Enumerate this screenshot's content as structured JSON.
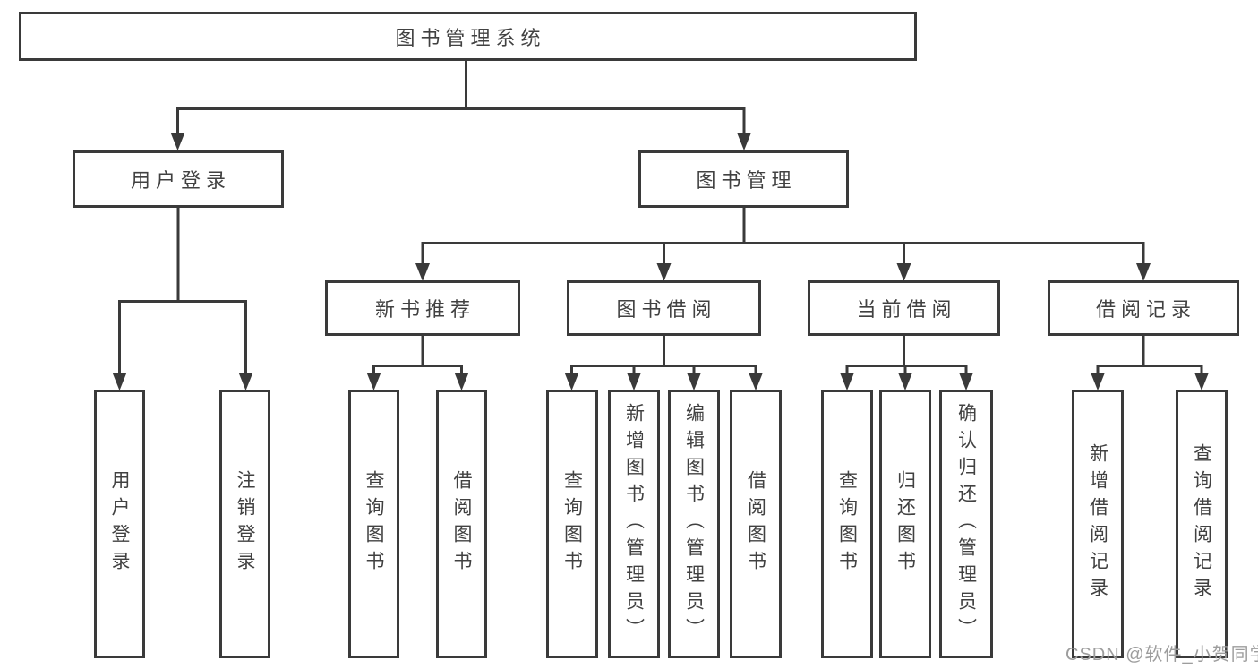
{
  "diagram": {
    "root": "图书管理系统",
    "branches": [
      {
        "label": "用户登录",
        "children": [
          "用户登录",
          "注销登录"
        ]
      },
      {
        "label": "图书管理",
        "children": [
          {
            "label": "新书推荐",
            "children": [
              "查询图书",
              "借阅图书"
            ]
          },
          {
            "label": "图书借阅",
            "children": [
              "查询图书",
              "新增图书（管理员）",
              "编辑图书（管理员）",
              "借阅图书"
            ]
          },
          {
            "label": "当前借阅",
            "children": [
              "查询图书",
              "归还图书",
              "确认归还（管理员）"
            ]
          },
          {
            "label": "借阅记录",
            "children": [
              "新增借阅记录",
              "查询借阅记录"
            ]
          }
        ]
      }
    ]
  },
  "watermark": "CSDN @软件_小贺同学",
  "colors": {
    "line": "#3a3a3a",
    "text": "#414141",
    "watermark": "#9d9d9d",
    "background": "#ffffff"
  }
}
